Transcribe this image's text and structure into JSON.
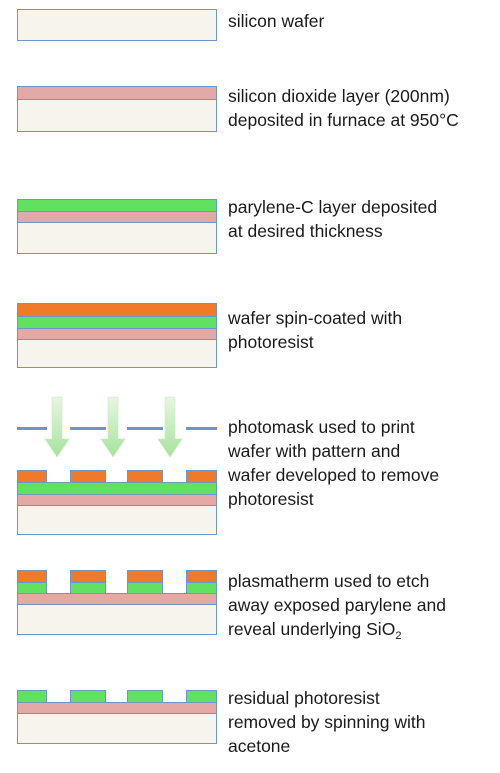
{
  "steps": [
    {
      "label": [
        "silicon wafer"
      ]
    },
    {
      "label": [
        "silicon dioxide layer (200nm)",
        "deposited in furnace at 950°C"
      ]
    },
    {
      "label": [
        "parylene-C layer deposited",
        "at desired thickness"
      ]
    },
    {
      "label": [
        "wafer spin-coated with",
        "photoresist"
      ]
    },
    {
      "label": [
        "photomask used to print",
        "wafer with pattern and",
        "wafer developed to remove",
        "photoresist"
      ]
    },
    {
      "label": [
        "plasmatherm used to etch",
        "away exposed parylene and"
      ],
      "label_tail_prefix": "reveal underlying SiO",
      "label_tail_sub": "2"
    },
    {
      "label": [
        "residual photoresist",
        "removed by spinning with",
        "acetone"
      ]
    }
  ],
  "colors": {
    "wafer": "#f7f4ec",
    "oxide": "#e2a9a6",
    "parylene": "#62e160",
    "photoresist": "#f07a2a",
    "outline": "#6f96c6"
  }
}
